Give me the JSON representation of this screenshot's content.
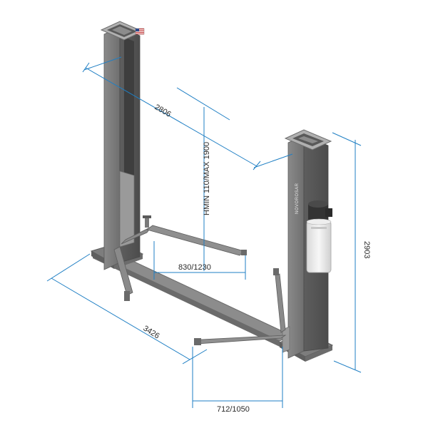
{
  "diagram": {
    "dimensions": {
      "column_spacing": "2806",
      "lift_height": "HMIN 110/MAX 1900",
      "arm_reach_long": "830/1230",
      "total_height": "2903",
      "base_length": "3426",
      "arm_reach_short": "712/1050"
    },
    "column_brand": "NOVOROSAR",
    "flag_icon": "us-flag-icon",
    "colors": {
      "dimension_line": "#1f7fc4",
      "column_body": "#7b7b7b",
      "column_dark": "#5a5a5a",
      "column_light": "#9a9a9a",
      "power_unit": "#3a3a3a",
      "oil_tank": "#e6e6e6"
    }
  }
}
